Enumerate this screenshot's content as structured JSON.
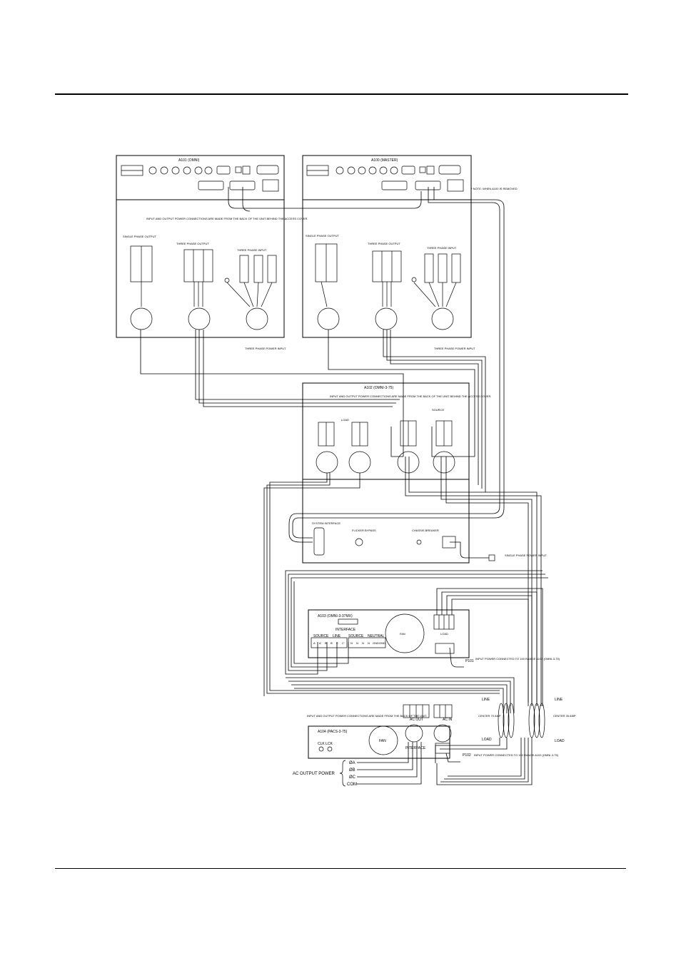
{
  "units": {
    "a101": {
      "title": "A101 (OMNI)",
      "connector_label": "INPUT AND OUTPUT POWER CONNECTIONS ARE MADE FROM THE BACK OF THE UNIT BEHIND THE ACCESS COVER.",
      "single_phase_label": "SINGLE PHASE OUTPUT",
      "three_phase_out_label": "THREE PHASE OUTPUT",
      "three_phase_in_label": "THREE PHASE INPUT",
      "power_input_label": "THREE PHASE POWER INPUT"
    },
    "a100": {
      "title": "A100 (MASTER)",
      "single_phase_label": "SINGLE PHASE OUTPUT",
      "three_phase_out_label": "THREE PHASE OUTPUT",
      "three_phase_in_label": "THREE PHASE INPUT",
      "power_input_label": "THREE PHASE POWER INPUT",
      "note": "* NOTE: WHEN A100 IS REMOVED"
    },
    "a102": {
      "title": "A102 (OMNI-3-75)",
      "connector_label": "INPUT AND OUTPUT POWER CONNECTIONS ARE MADE FROM THE BACK OF THE UNIT BEHIND THE ACCESS COVER.",
      "load_label": "LOAD",
      "source_label": "SOURCE",
      "system_interface": "SYSTEM INTERFACE",
      "bypass_label": "FLICKER BYPASS",
      "breaker_label": "CHASSIS BREAKER",
      "single_phase_input": "SINGLE PHASE POWER INPUT"
    },
    "a103": {
      "title": "A103 (OMNI-3-37MX)",
      "interface": "INTERFACE",
      "headers": [
        "SOURCE",
        "LINE",
        "SOURCE",
        "NEUTRAL"
      ],
      "terminals": [
        "A",
        "A'",
        "B",
        "B'",
        "C",
        "C'",
        "N",
        "N",
        "N",
        "N",
        "GND",
        "GND"
      ],
      "fan": "FAN",
      "load": "LOAD",
      "p101": "P101",
      "p101_note": "INPUT POWER CONNECTED TO 100 RANGE A103 (OMNI-3-75)"
    },
    "a104": {
      "title": "A104 (PACS-3-75)",
      "connector_label": "INPUT AND OUTPUT POWER CONNECTIONS ARE MADE FROM THE BACK OF THE UNIT.",
      "clk_lck": "CLK LCK",
      "fan": "FAN",
      "interface": "INTERFACE",
      "ac_out": "AC OUT",
      "ac_in": "AC IN",
      "p102": "P102",
      "p102_note": "INPUT POWER CONNECTED TO 100 RANGE A103 (OMNI-3-75)"
    }
  },
  "center_meter": {
    "line": "LINE",
    "name": "CENTER 70 AMP",
    "load": "LOAD"
  },
  "right_meter": {
    "line": "LINE",
    "name": "CENTER 35 AMP",
    "load": "LOAD"
  },
  "ac_output": {
    "label": "AC OUTPUT POWER",
    "phases": [
      "ØA",
      "ØB",
      "ØC",
      "COM"
    ]
  }
}
